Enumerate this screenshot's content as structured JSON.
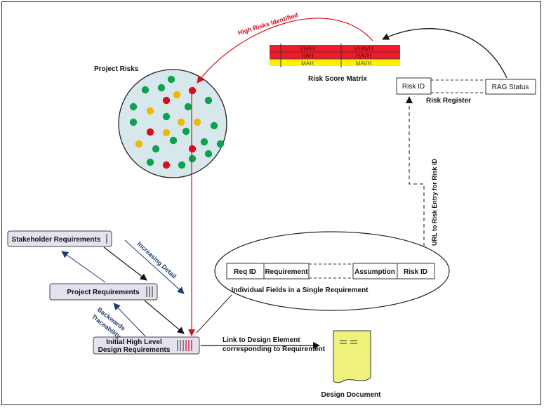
{
  "project_risks": {
    "title": "Project Risks",
    "colors": {
      "green": "#0ca24f",
      "amber": "#f2b705",
      "red": "#d9101c",
      "pool_fill": "#d7e8ec"
    }
  },
  "risk_matrix": {
    "caption": "Risk Score Matrix",
    "rows": [
      {
        "c1": "VHAH",
        "c2": "VHAVH",
        "color": "#ee1c2a"
      },
      {
        "c1": "HAH",
        "c2": "HAVH",
        "color": "#ee1c2a"
      },
      {
        "c1": "MAH",
        "c2": "MAVH",
        "color": "#fff200"
      }
    ]
  },
  "arrows": {
    "high_risks": "High Risks Identified",
    "increasing_detail": "Increasing Detail",
    "backwards_line1": "Backwards",
    "backwards_line2": "Traceability",
    "url_to_risk": "URL to Risk Entry for Risk ID",
    "link_line1": "Link to Design Element",
    "link_line2": "corresponding to Requirement"
  },
  "risk_register": {
    "caption": "Risk Register",
    "risk_id": "Risk ID",
    "rag_status": "RAG Status"
  },
  "requirements": {
    "stakeholder": "Stakeholder Requirements",
    "project": "Project Requirements",
    "design_line1": "Initial High Level",
    "design_line2": "Design Requirements"
  },
  "fields": {
    "caption": "Individual Fields in a Single Requirement",
    "req_id": "Req ID",
    "requirement": "Requirement",
    "assumption": "Assumption",
    "risk_id": "Risk ID"
  },
  "design_doc": {
    "caption": "Design Document",
    "fill": "#eef27a"
  }
}
